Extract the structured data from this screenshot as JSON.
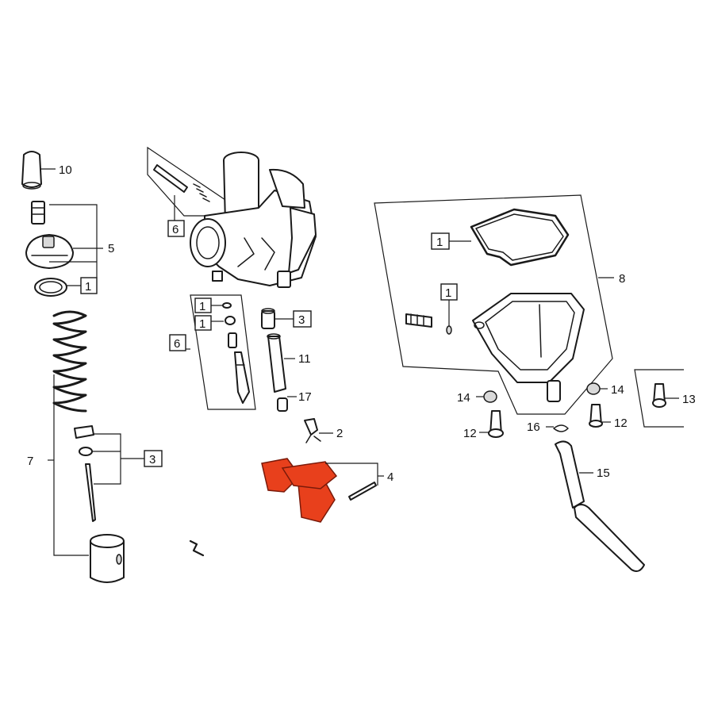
{
  "diagram": {
    "highlight_color": "#e8401c",
    "callouts": [
      {
        "id": "c10",
        "text": "10"
      },
      {
        "id": "c5",
        "text": "5"
      },
      {
        "id": "c1a",
        "text": "1"
      },
      {
        "id": "c7",
        "text": "7"
      },
      {
        "id": "c3a",
        "text": "3"
      },
      {
        "id": "c6a",
        "text": "6"
      },
      {
        "id": "c1b",
        "text": "1"
      },
      {
        "id": "c1c",
        "text": "1"
      },
      {
        "id": "c6b",
        "text": "6"
      },
      {
        "id": "c3b",
        "text": "3"
      },
      {
        "id": "c11",
        "text": "11"
      },
      {
        "id": "c17",
        "text": "17"
      },
      {
        "id": "c2",
        "text": "2"
      },
      {
        "id": "c4",
        "text": "4"
      },
      {
        "id": "c1d",
        "text": "1"
      },
      {
        "id": "c1e",
        "text": "1"
      },
      {
        "id": "c8",
        "text": "8"
      },
      {
        "id": "c14a",
        "text": "14"
      },
      {
        "id": "c12a",
        "text": "12"
      },
      {
        "id": "c16",
        "text": "16"
      },
      {
        "id": "c14b",
        "text": "14"
      },
      {
        "id": "c12b",
        "text": "12"
      },
      {
        "id": "c13",
        "text": "13"
      },
      {
        "id": "c15",
        "text": "15"
      }
    ]
  }
}
